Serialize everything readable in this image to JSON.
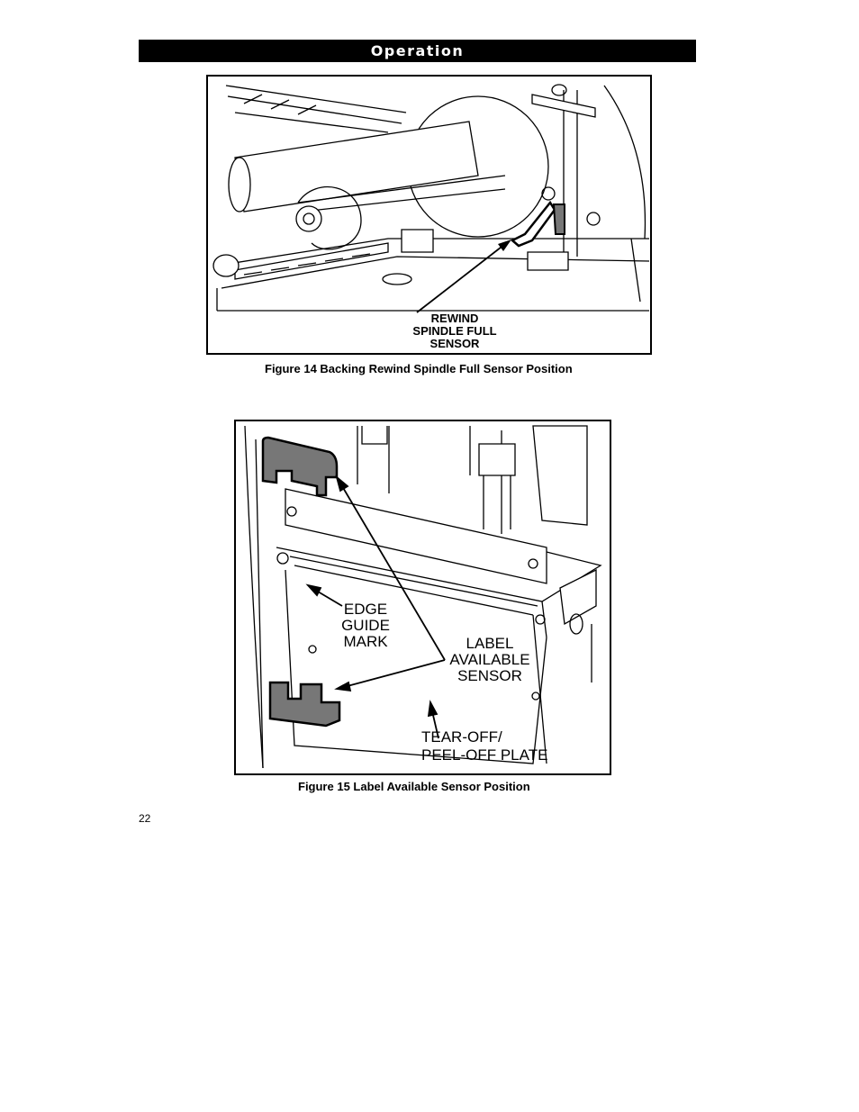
{
  "header": {
    "title": "Operation"
  },
  "figure14": {
    "caption": "Figure 14  Backing Rewind Spindle Full Sensor Position",
    "callout_lines": [
      "REWIND",
      "SPINDLE FULL",
      "SENSOR"
    ]
  },
  "figure15": {
    "caption": "Figure 15  Label Available Sensor Position",
    "callouts": {
      "edge_guide": [
        "EDGE",
        "GUIDE",
        "MARK"
      ],
      "label_sensor": [
        "LABEL",
        "AVAILABLE",
        "SENSOR"
      ],
      "plate": [
        "TEAR-OFF/",
        "PEEL-OFF PLATE"
      ]
    }
  },
  "footer": {
    "page_number": "22"
  }
}
